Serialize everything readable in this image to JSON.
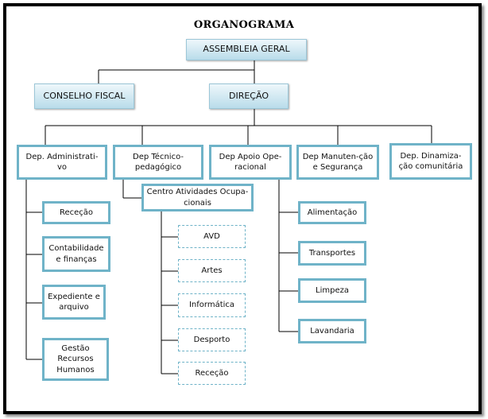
{
  "title": "ORGANOGRAMA",
  "nodes": {
    "assembleia": "ASSEMBLEIA GERAL",
    "conselho": "CONSELHO FISCAL",
    "direcao": "DIREÇÃO",
    "dep_admin": "Dep. Administrati-vo",
    "dep_tecnico": "Dep Técnico-pedagógico",
    "dep_apoio": "Dep Apoio Ope-racional",
    "dep_manut": "Dep Manuten-ção e Segurança",
    "dep_dinam": "Dep. Dinamiza-ção comunitária",
    "rececao_admin": "Receção",
    "contabilidade": "Contabilidade e finanças",
    "expediente": "Expediente e arquivo",
    "gestao_rh": "Gestão Recursos Humanos",
    "cao": "Centro Atividades Ocupa-cionais",
    "avd": "AVD",
    "artes": "Artes",
    "informatica": "Informática",
    "desporto": "Desporto",
    "rececao_cao": "Receção",
    "alimentacao": "Alimentação",
    "transportes": "Transportes",
    "limpeza": "Limpeza",
    "lavandaria": "Lavandaria"
  }
}
